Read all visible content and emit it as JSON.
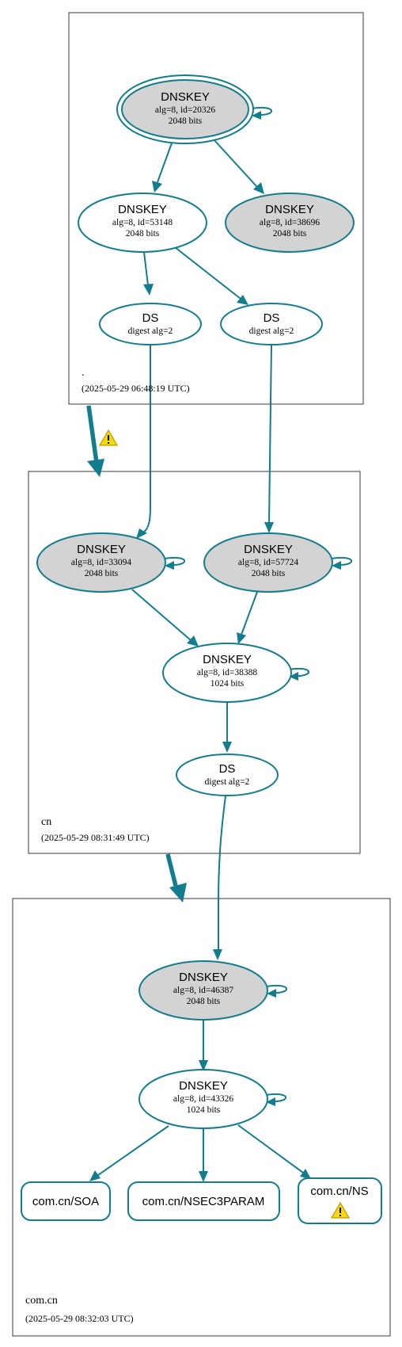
{
  "zones": {
    "root": {
      "name": ".",
      "timestamp": "(2025-05-29 06:48:19 UTC)"
    },
    "cn": {
      "name": "cn",
      "timestamp": "(2025-05-29 08:31:49 UTC)"
    },
    "comcn": {
      "name": "com.cn",
      "timestamp": "(2025-05-29 08:32:03 UTC)"
    }
  },
  "nodes": {
    "root_ksk": {
      "title": "DNSKEY",
      "line1": "alg=8, id=20326",
      "line2": "2048 bits"
    },
    "root_zsk": {
      "title": "DNSKEY",
      "line1": "alg=8, id=53148",
      "line2": "2048 bits"
    },
    "root_key3": {
      "title": "DNSKEY",
      "line1": "alg=8, id=38696",
      "line2": "2048 bits"
    },
    "root_ds1": {
      "title": "DS",
      "line1": "digest alg=2"
    },
    "root_ds2": {
      "title": "DS",
      "line1": "digest alg=2"
    },
    "cn_ksk1": {
      "title": "DNSKEY",
      "line1": "alg=8, id=33094",
      "line2": "2048 bits"
    },
    "cn_ksk2": {
      "title": "DNSKEY",
      "line1": "alg=8, id=57724",
      "line2": "2048 bits"
    },
    "cn_zsk": {
      "title": "DNSKEY",
      "line1": "alg=8, id=38388",
      "line2": "1024 bits"
    },
    "cn_ds": {
      "title": "DS",
      "line1": "digest alg=2"
    },
    "comcn_ksk": {
      "title": "DNSKEY",
      "line1": "alg=8, id=46387",
      "line2": "2048 bits"
    },
    "comcn_zsk": {
      "title": "DNSKEY",
      "line1": "alg=8, id=43326",
      "line2": "1024 bits"
    },
    "rr_soa": {
      "label": "com.cn/SOA"
    },
    "rr_nsec3param": {
      "label": "com.cn/NSEC3PARAM"
    },
    "rr_ns": {
      "label": "com.cn/NS"
    }
  },
  "colors": {
    "edge": "#127d8c",
    "ksk_fill": "#d3d3d3",
    "warning": "#f5d90a"
  },
  "icons": [
    "warning-icon"
  ]
}
